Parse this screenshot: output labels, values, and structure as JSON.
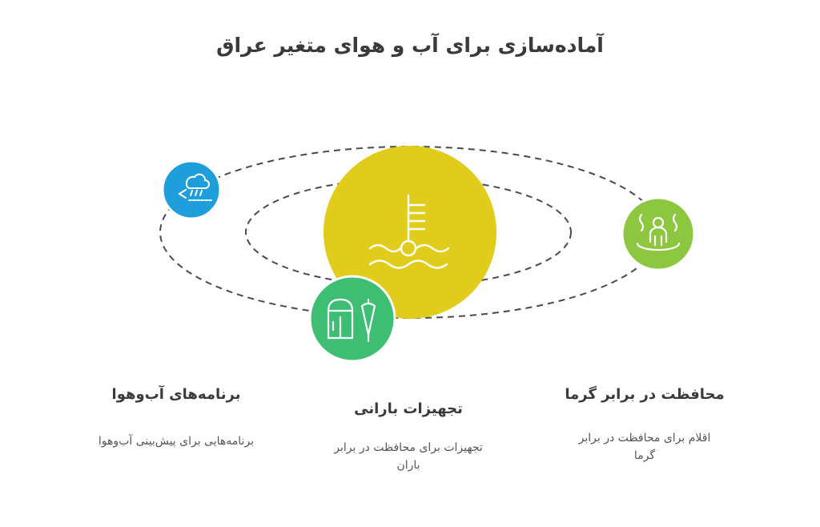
{
  "title": "آماده‌سازی برای آب و هوای متغیر عراق",
  "colors": {
    "center": "#E2CC1B",
    "blue": "#1E9FDB",
    "green_light": "#8DC63F",
    "green": "#3DBE73",
    "orbit_line": "#4a4a4a"
  },
  "nodes": [
    {
      "id": "center",
      "icon": "thermometer-water-icon",
      "color": "#E2CC1B"
    },
    {
      "id": "weather-apps",
      "icon": "rain-cloud-icon",
      "color": "#1E9FDB"
    },
    {
      "id": "heat-protection",
      "icon": "person-heat-icon",
      "color": "#8DC63F"
    },
    {
      "id": "rain-gear",
      "icon": "raincoat-umbrella-icon",
      "color": "#3DBE73"
    }
  ],
  "items": {
    "weather_apps": {
      "title": "برنامه‌های آب‌وهوا",
      "desc": "برنامه‌هایی برای پیش‌بینی آب‌وهوا"
    },
    "rain_gear": {
      "title": "تجهیزات بارانی",
      "desc_line1": "تجهیزات برای محافظت در برابر",
      "desc_line2": "باران"
    },
    "heat_protection": {
      "title": "محافظت در برابر گرما",
      "desc_line1": "اقلام برای محافظت در برابر",
      "desc_line2": "گرما"
    }
  }
}
